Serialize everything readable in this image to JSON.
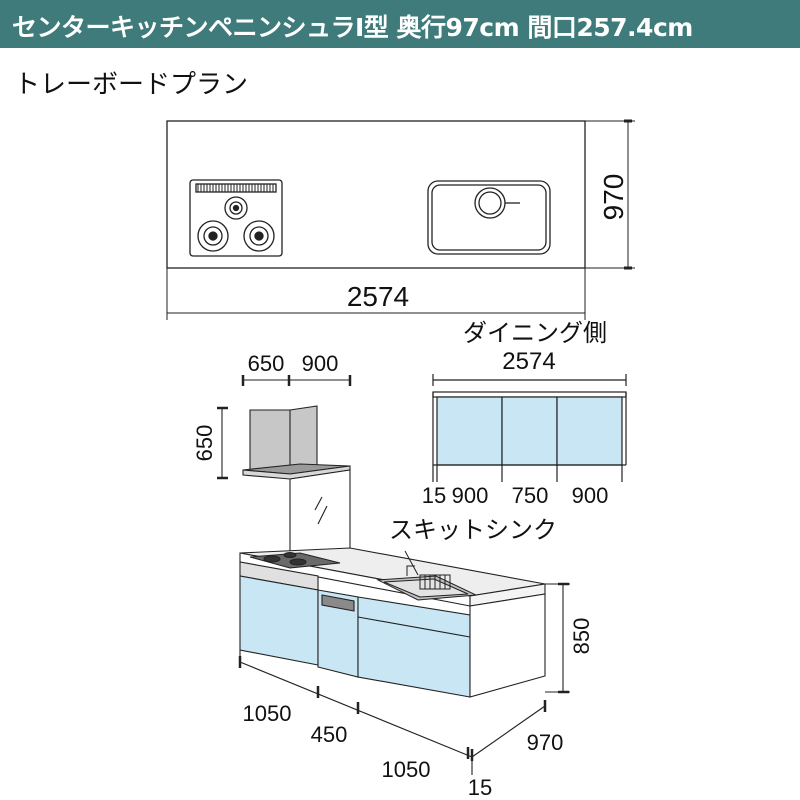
{
  "header": {
    "title": "センターキッチンペニンシュラI型 奥行97cm 間口257.4cm",
    "subtitle": "トレーボードプラン"
  },
  "colors": {
    "header_bg": "#3e7b7a",
    "cabinet_fill": "#c9e6f4",
    "line": "#222222"
  },
  "top_view": {
    "depth_label": "970",
    "width_label": "2574"
  },
  "hood": {
    "width_label_1": "650",
    "width_label_2": "900",
    "height_label": "650"
  },
  "dining_side": {
    "title": "ダイニング側",
    "total_label": "2574",
    "widths": [
      "15",
      "900",
      "750",
      "900"
    ]
  },
  "perspective": {
    "sink_label": "スキットシンク",
    "height_label": "850",
    "bottom_widths": [
      "1050",
      "450",
      "1050"
    ],
    "depth_label": "970",
    "end_label": "15"
  }
}
